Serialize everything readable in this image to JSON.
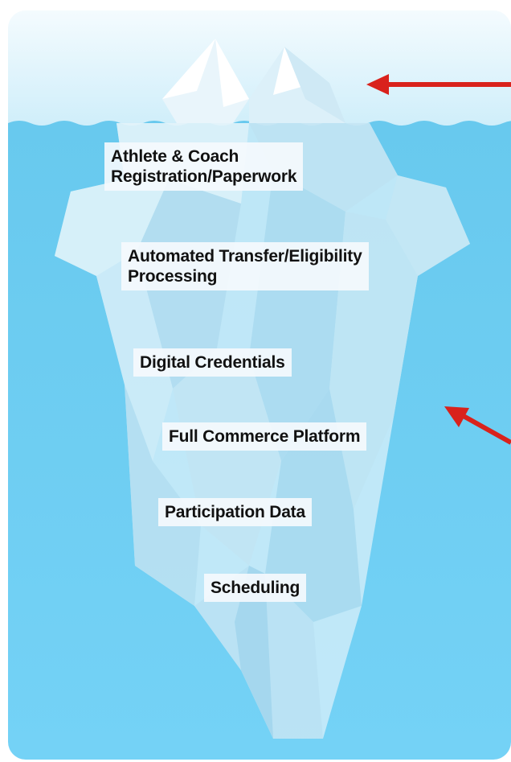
{
  "diagram": {
    "labels": [
      "Athlete & Coach\nRegistration/Paperwork",
      "Automated Transfer/Eligibility\nProcessing",
      "Digital Credentials",
      "Full Commerce Platform",
      "Participation Data",
      "Scheduling"
    ]
  },
  "colors": {
    "sky_top": "#f4fbfe",
    "sky_bottom": "#cfeefa",
    "water_top": "#68c9ee",
    "water_bottom": "#72d0f5",
    "arrow": "#d9221c"
  }
}
